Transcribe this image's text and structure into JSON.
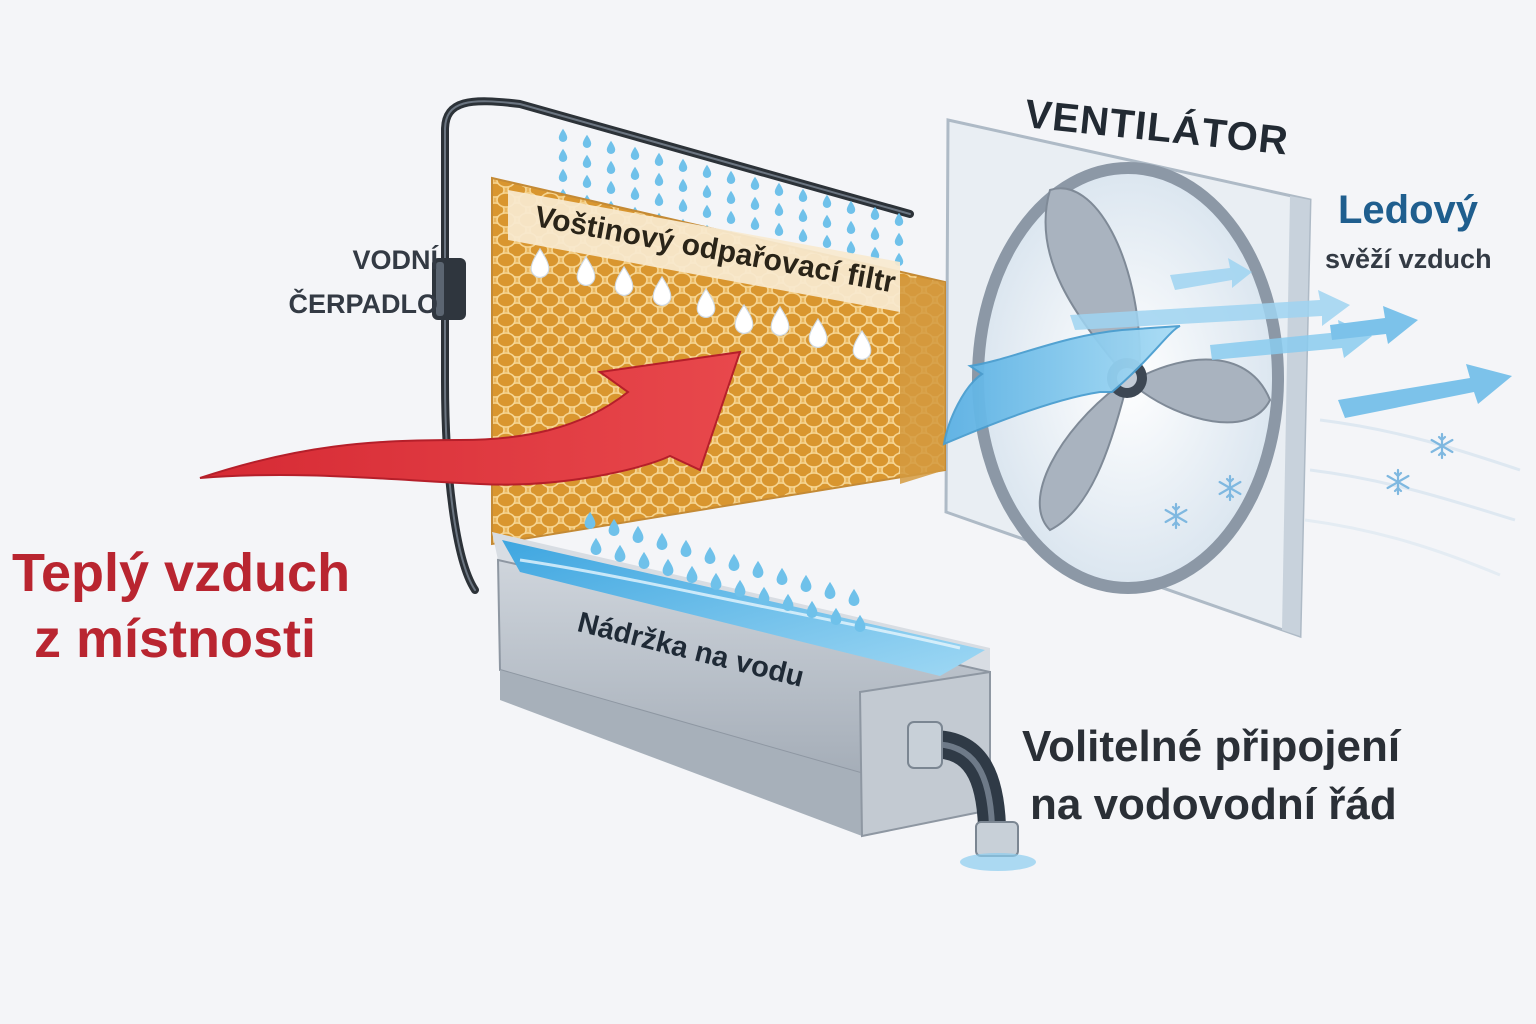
{
  "labels": {
    "pump": [
      "VODNÍ",
      "ČERPADLO"
    ],
    "filter": "Voštinový odpařovací filtr",
    "fan": "VENTILÁTOR",
    "cold_air_title": "Ledový",
    "cold_air_sub": "svěží vzduch",
    "warm_air": [
      "Teplý vzduch",
      "z místnosti"
    ],
    "tank": "Nádržka na vodu",
    "mains": [
      "Volitelné připojení",
      "na vodovodní řád"
    ]
  },
  "colors": {
    "background": "#f4f5f8",
    "warm_arrow": "#d8343a",
    "warm_text": "#b92530",
    "cold_arrow": "#7cc2ea",
    "cold_text": "#1f5e8e",
    "honeycomb": "#e7b25a",
    "water": "#6fc1ea",
    "tank_steel": "#b9c0c8",
    "fan_blade": "#a9b3bf"
  },
  "icons": [
    "snowflake-icon",
    "water-drop-icon",
    "arrow-icon"
  ]
}
